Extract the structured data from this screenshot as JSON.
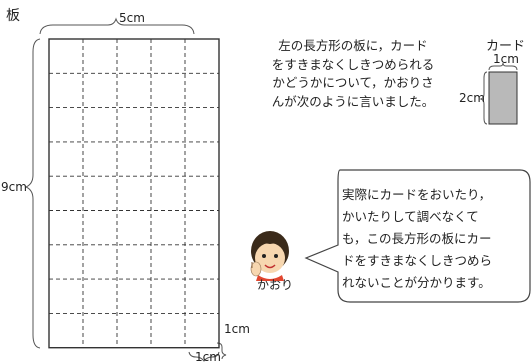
{
  "board": {
    "title": "板",
    "width_label": "5cm",
    "height_label": "9cm",
    "cell_h_label": "1cm",
    "cell_w_label": "1cm"
  },
  "card": {
    "title": "カード",
    "width_label": "1cm",
    "height_label": "2cm"
  },
  "intro": {
    "lines": [
      "左の長方形の板に，カード",
      "をすきまなくしきつめられる",
      "かどうかについて，かおりさ",
      "んが次のように言いました。"
    ]
  },
  "speech": {
    "speaker": "かおり",
    "lines": [
      "実際にカードをおいたり，",
      "かいたりして調べなくて",
      "も，この長方形の板にカー",
      "ドをすきまなくしきつめら",
      "れないことが分かります。"
    ]
  },
  "colors": {
    "card_fill": "#b9b9b9",
    "grid_line": "#333333",
    "skin": "#f7d7b0",
    "hair": "#3a2a1a"
  }
}
